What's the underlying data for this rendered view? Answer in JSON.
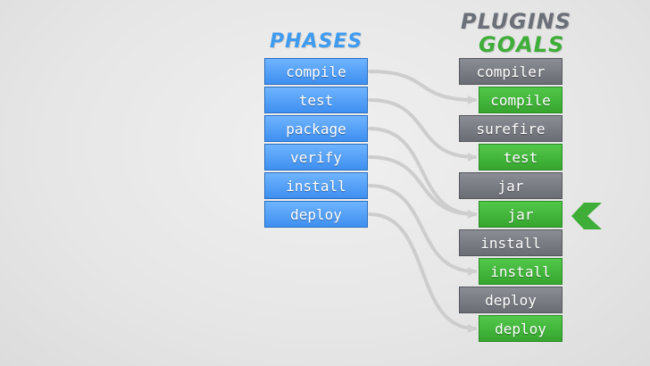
{
  "headings": {
    "phases": "PHASES",
    "plugins": "PLUGINS",
    "goals": "GOALS"
  },
  "phases": [
    "compile",
    "test",
    "package",
    "verify",
    "install",
    "deploy"
  ],
  "rows": [
    {
      "kind": "plugin",
      "label": "compiler"
    },
    {
      "kind": "goal",
      "label": "compile"
    },
    {
      "kind": "plugin",
      "label": "surefire"
    },
    {
      "kind": "goal",
      "label": "test"
    },
    {
      "kind": "plugin",
      "label": "jar"
    },
    {
      "kind": "goal",
      "label": "jar"
    },
    {
      "kind": "plugin",
      "label": "install"
    },
    {
      "kind": "goal",
      "label": "install"
    },
    {
      "kind": "plugin",
      "label": "deploy"
    },
    {
      "kind": "goal",
      "label": "deploy"
    }
  ],
  "links": [
    {
      "phase": "compile",
      "goal_row": 1
    },
    {
      "phase": "test",
      "goal_row": 3
    },
    {
      "phase": "package",
      "goal_row": 5
    },
    {
      "phase": "verify",
      "goal_row": 5
    },
    {
      "phase": "install",
      "goal_row": 7
    },
    {
      "phase": "deploy",
      "goal_row": 9
    }
  ],
  "marker": {
    "icon": "chevron-left-icon",
    "points_to_row": 5,
    "color": "#3fae38"
  },
  "colors": {
    "phase": "#4a9af2",
    "plugin": "#75787e",
    "goal": "#3fae38",
    "arrow": "#c8c8c8"
  }
}
